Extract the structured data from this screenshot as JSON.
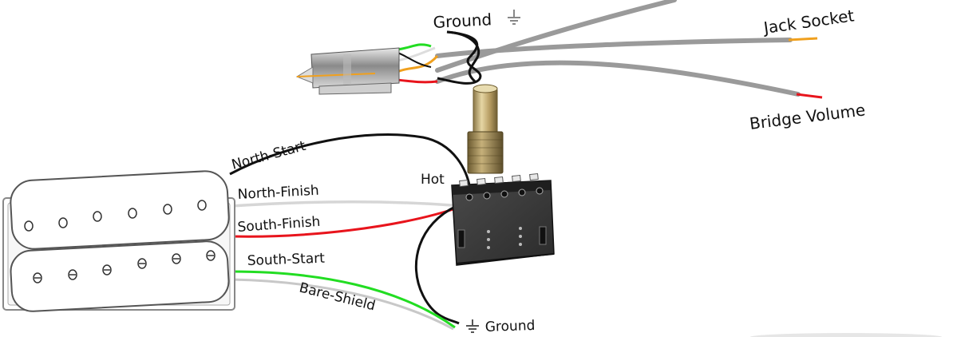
{
  "labels": {
    "ground_top": "Ground",
    "jack_socket": "Jack Socket",
    "bridge_volume": "Bridge Volume",
    "north_start": "North-Start",
    "north_finish": "North-Finish",
    "south_finish": "South-Finish",
    "south_start": "South-Start",
    "bare_shield": "Bare-Shield",
    "hot": "Hot",
    "ground_bottom": "Ground"
  },
  "colors": {
    "north_start": "#111111",
    "north_finish": "#d6d6d6",
    "south_finish": "#e8141c",
    "south_start": "#22dd22",
    "bare_shield": "#c8c8c8",
    "cable": "#9a9a9a",
    "jack_tip": "#f0a01e",
    "bridge_tip": "#e8141c"
  },
  "icons": [
    "ground-symbol-icon",
    "ground-symbol-icon"
  ]
}
